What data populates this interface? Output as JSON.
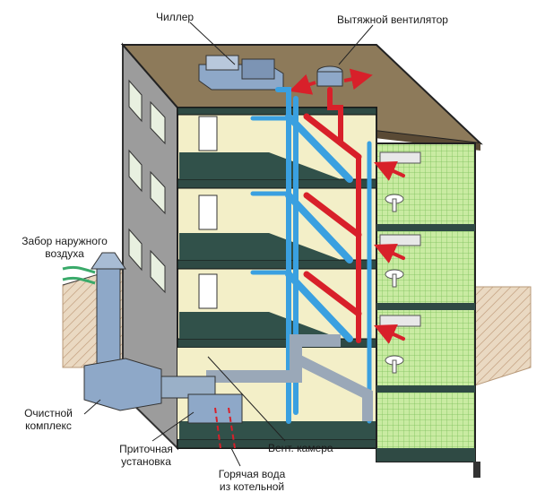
{
  "labels": {
    "chiller": "Чиллер",
    "exhaust_fan": "Вытяжной вентилятор",
    "air_intake_line1": "Забор наружного",
    "air_intake_line2": "воздуха",
    "cleaning_line1": "Очистной",
    "cleaning_line2": "комплекс",
    "supply_unit_line1": "Приточная",
    "supply_unit_line2": "установка",
    "vent_chamber": "Вент. камера",
    "hot_water_line1": "Горячая вода",
    "hot_water_line2": "из котельной"
  },
  "colors": {
    "roof": "#8c7a5c",
    "building_wall": "#a8a8a8",
    "floor_slab": "#2f4a44",
    "room_wall": "#f4f0c8",
    "bathroom_tile": "#c8e8a0",
    "supply_duct": "#3aa0e0",
    "exhaust_duct": "#d8202a",
    "ground": "#e8d8c0",
    "equipment": "#8ea8c8"
  }
}
